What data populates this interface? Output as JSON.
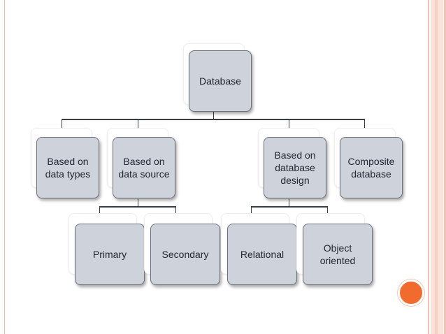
{
  "diagram": {
    "root": {
      "label": "Database"
    },
    "level1": [
      {
        "label": "Based on\ndata types"
      },
      {
        "label": "Based on\ndata source"
      },
      {
        "label": "Based on\ndatabase\ndesign"
      },
      {
        "label": "Composite\ndatabase"
      }
    ],
    "level2": [
      {
        "label": "Primary"
      },
      {
        "label": "Secondary"
      },
      {
        "label": "Relational"
      },
      {
        "label": "Object\noriented"
      }
    ]
  },
  "colors": {
    "node_fill": "#ced2db",
    "node_border": "#6b7079",
    "connector": "#3a3f47",
    "accent_circle": "#f26b2e",
    "slide_border": "#f3c2b4"
  }
}
